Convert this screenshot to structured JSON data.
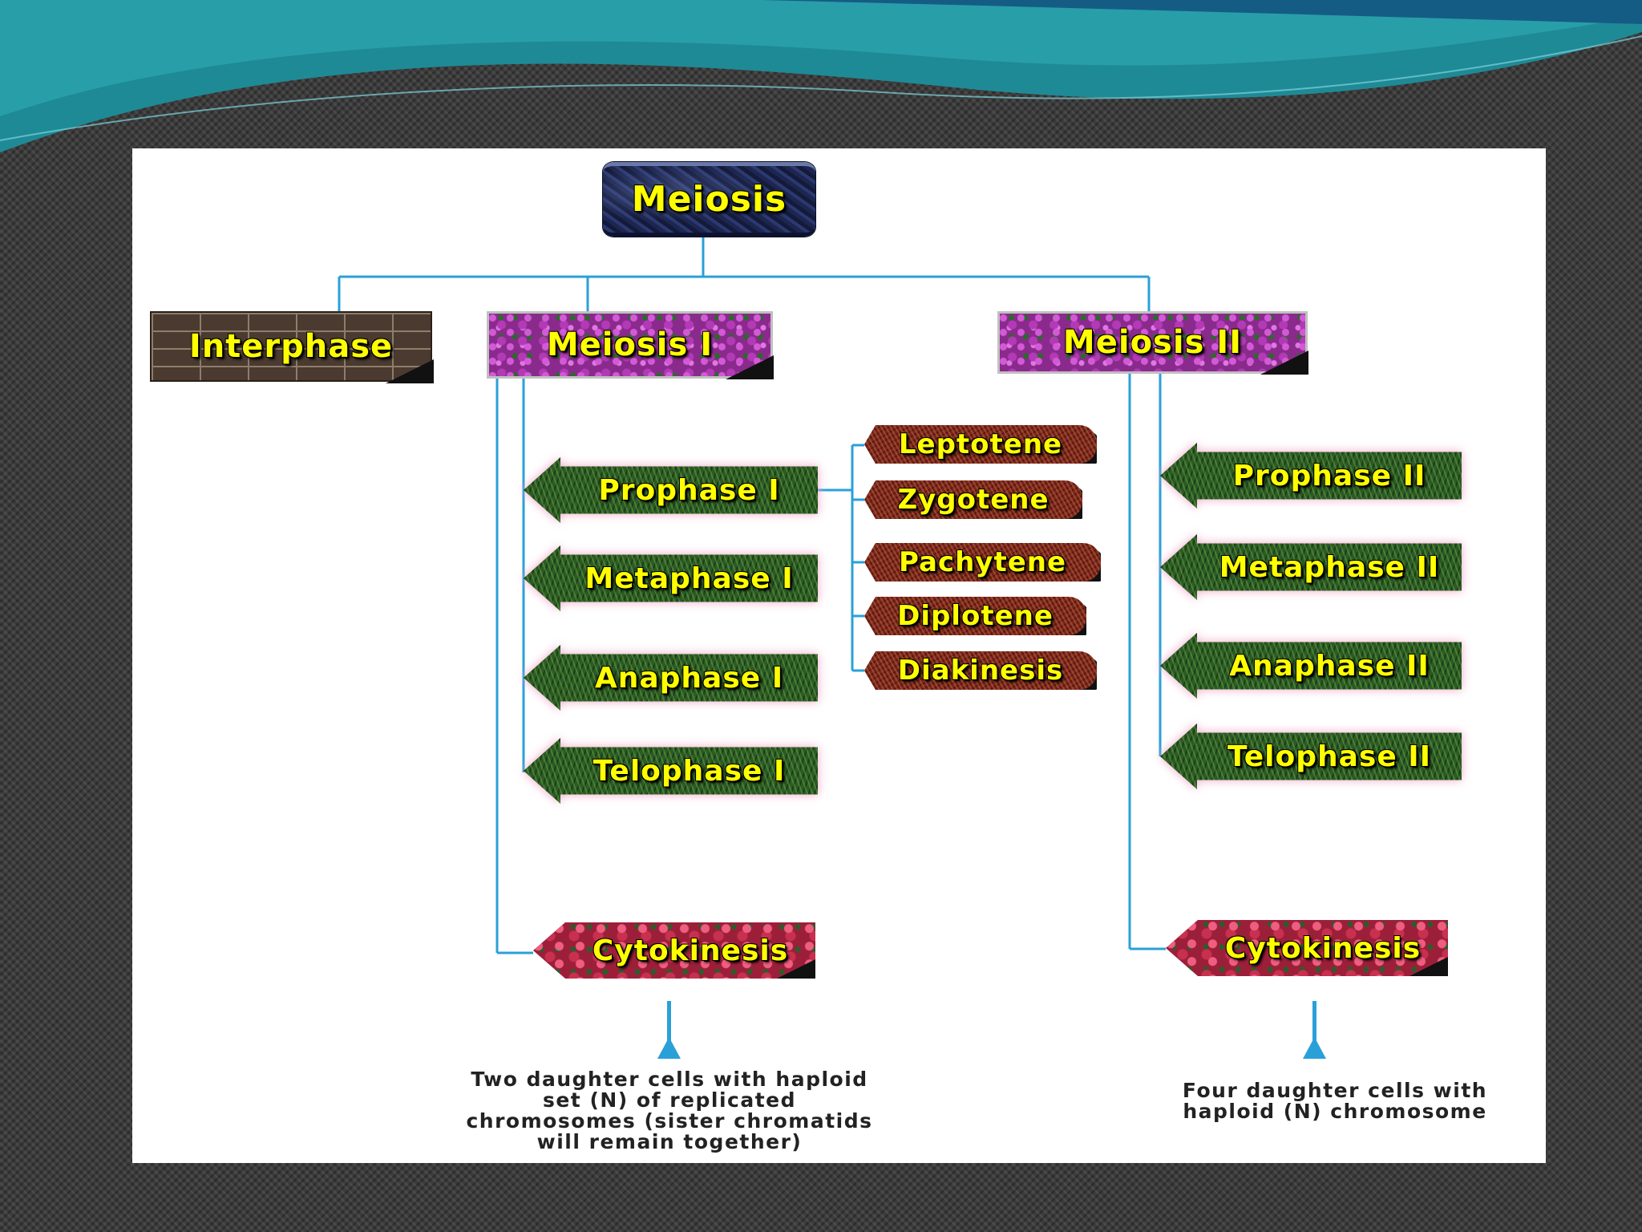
{
  "diagram": {
    "title": "Meiosis",
    "interphase": "Interphase",
    "meiosis1": {
      "label": "Meiosis I",
      "phases": [
        "Prophase I",
        "Metaphase I",
        "Anaphase I",
        "Telophase I"
      ],
      "prophase_stages": [
        "Leptotene",
        "Zygotene",
        "Pachytene",
        "Diplotene",
        "Diakinesis"
      ],
      "cytokinesis": "Cytokinesis",
      "result": [
        "Two daughter cells with haploid",
        "set (N) of replicated",
        "chromosomes (sister chromatids",
        "will remain together)"
      ]
    },
    "meiosis2": {
      "label": "Meiosis II",
      "phases": [
        "Prophase II",
        "Metaphase II",
        "Anaphase II",
        "Telophase II"
      ],
      "cytokinesis": "Cytokinesis",
      "result": [
        "Four daughter cells with",
        "haploid (N) chromosome"
      ]
    }
  },
  "colors": {
    "connector": "#2aa0d8",
    "label_text": "#ffff00",
    "slide_bg": "#ffffff",
    "frame_bg": "#3c3c3c",
    "wave_teal": "#1e8a96"
  }
}
